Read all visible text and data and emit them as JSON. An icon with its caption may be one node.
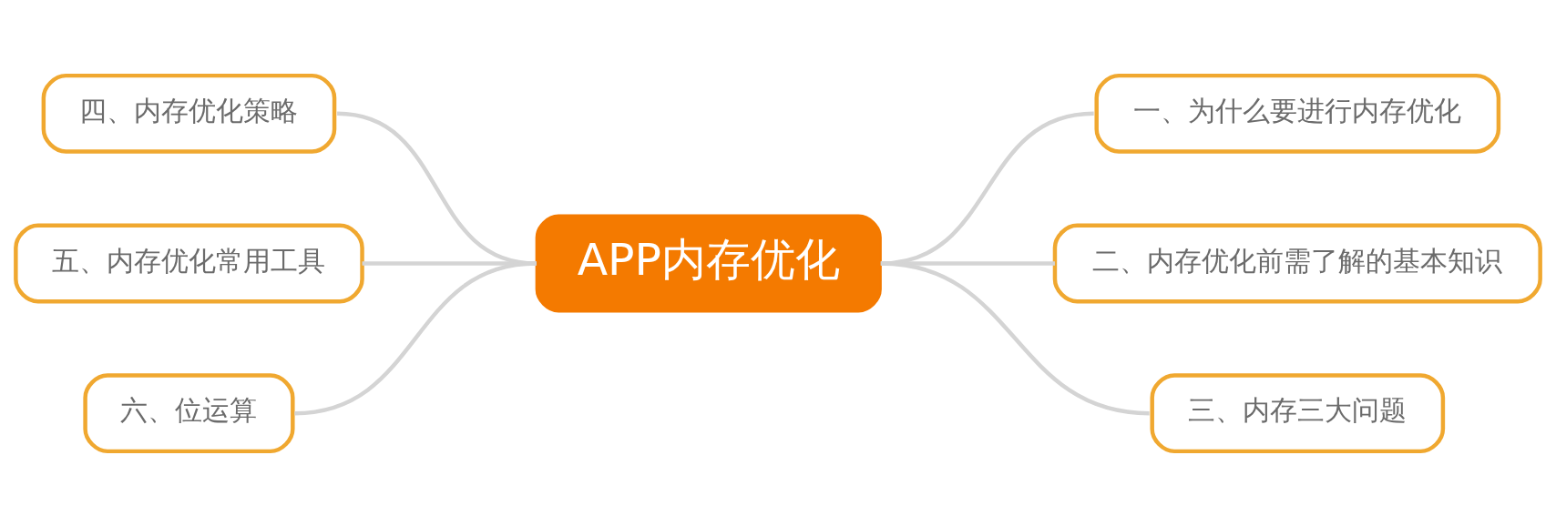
{
  "diagram": {
    "nodes": [
      {
        "text": [
          "APP内存优化"
        ]
      },
      {
        "text": [
          "一、为什么要进行内存优化"
        ]
      },
      {
        "text": [
          "二、内存优化前需了解的基本知识"
        ]
      },
      {
        "text": [
          "三、内存三大问题"
        ]
      },
      {
        "text": [
          "四、内存优化策略"
        ]
      },
      {
        "text": [
          "五、内存优化常用工具"
        ]
      },
      {
        "text": [
          "六、位运算"
        ]
      }
    ],
    "edges": [
      {
        "from": 0,
        "to": 1,
        "arrow": "none"
      },
      {
        "from": 0,
        "to": 2,
        "arrow": "none"
      },
      {
        "from": 0,
        "to": 3,
        "arrow": "none"
      },
      {
        "from": 0,
        "to": 4,
        "arrow": "none"
      },
      {
        "from": 0,
        "to": 5,
        "arrow": "none"
      },
      {
        "from": 0,
        "to": 6,
        "arrow": "none"
      }
    ]
  }
}
